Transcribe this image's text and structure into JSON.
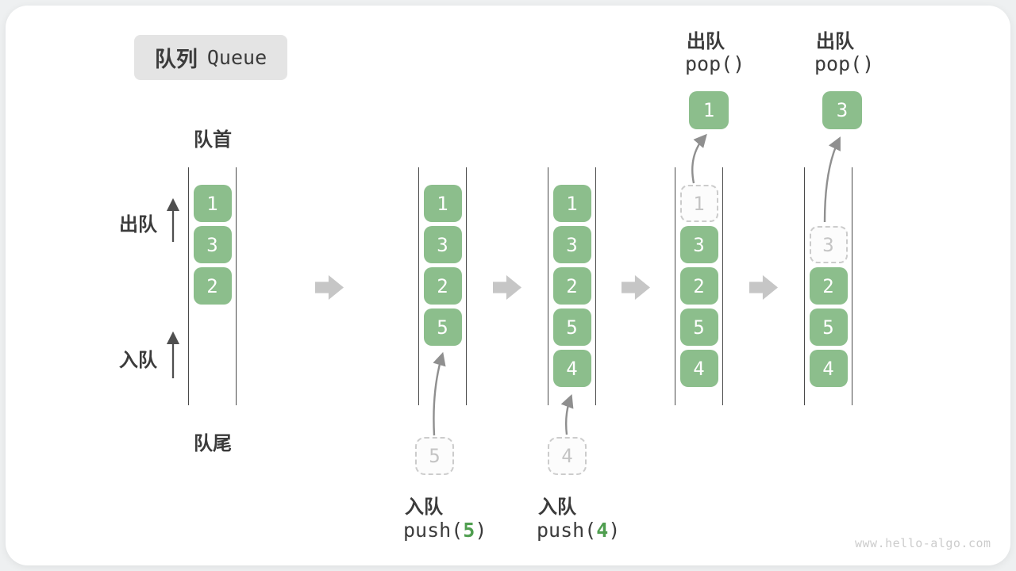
{
  "title": {
    "zh": "队列",
    "en": "Queue"
  },
  "side_labels": {
    "front": "队首",
    "rear": "队尾",
    "dequeue": "出队",
    "enqueue": "入队"
  },
  "ops": {
    "enqueue_label": "入队",
    "dequeue_label": "出队",
    "pop_code": "pop()",
    "push5": {
      "pre": "push(",
      "arg": "5",
      "post": ")"
    },
    "push4": {
      "pre": "push(",
      "arg": "4",
      "post": ")"
    }
  },
  "queues": {
    "q1": {
      "cells": [
        "1",
        "3",
        "2"
      ]
    },
    "q2": {
      "cells": [
        "1",
        "3",
        "2",
        "5"
      ],
      "staged": "5"
    },
    "q3": {
      "cells": [
        "1",
        "3",
        "2",
        "5",
        "4"
      ],
      "staged": "4"
    },
    "q4": {
      "ghost": "1",
      "cells": [
        "3",
        "2",
        "5",
        "4"
      ],
      "popped": "1"
    },
    "q5": {
      "ghost": "3",
      "cells": [
        "2",
        "5",
        "4"
      ],
      "popped": "3"
    }
  },
  "watermark": "www.hello-algo.com",
  "colors": {
    "box_green": "#8cbe8c",
    "accent_green": "#4f9e4f",
    "block_arrow_gray": "#c6c6c6",
    "dashed_border": "#cccccc",
    "ghost_text": "#c4c4c4",
    "line_dark": "#4a4a4a",
    "thin_arrow_dark": "#4f4f4f",
    "thin_arrow_gray": "#8f8f8f",
    "badge_bg": "#e4e4e4",
    "text_dark": "#3b3b3b"
  }
}
